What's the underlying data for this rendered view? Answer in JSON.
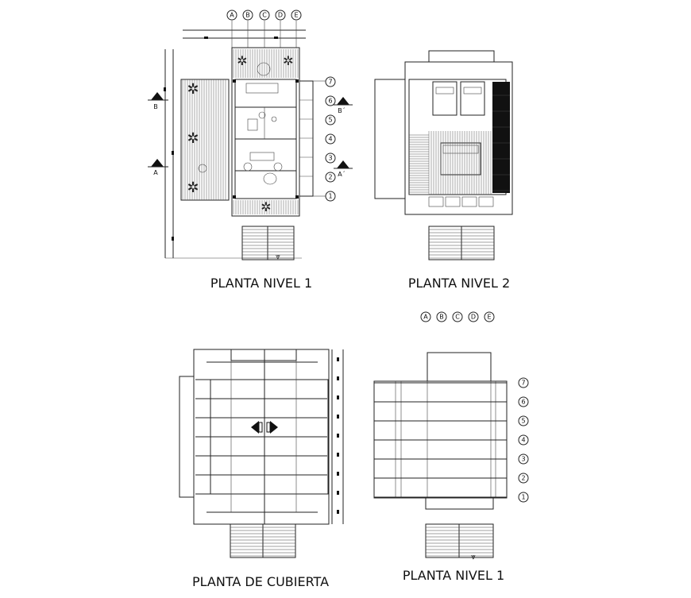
{
  "labels": {
    "plan1": "PLANTA NIVEL 1",
    "plan2": "PLANTA NIVEL 2",
    "roof": "PLANTA DE CUBIERTA",
    "plan1b": "PLANTA NIVEL 1"
  },
  "grid_letters": [
    "A",
    "B",
    "C",
    "D",
    "E"
  ],
  "grid_numbers": [
    "7",
    "6",
    "5",
    "4",
    "3",
    "2",
    "1"
  ],
  "section_marks": {
    "a": "A",
    "a_prime": "A´",
    "b": "B",
    "b_prime": "B´"
  },
  "colors": {
    "ink": "#222222",
    "fill_dark": "#111111",
    "background": "#ffffff"
  }
}
